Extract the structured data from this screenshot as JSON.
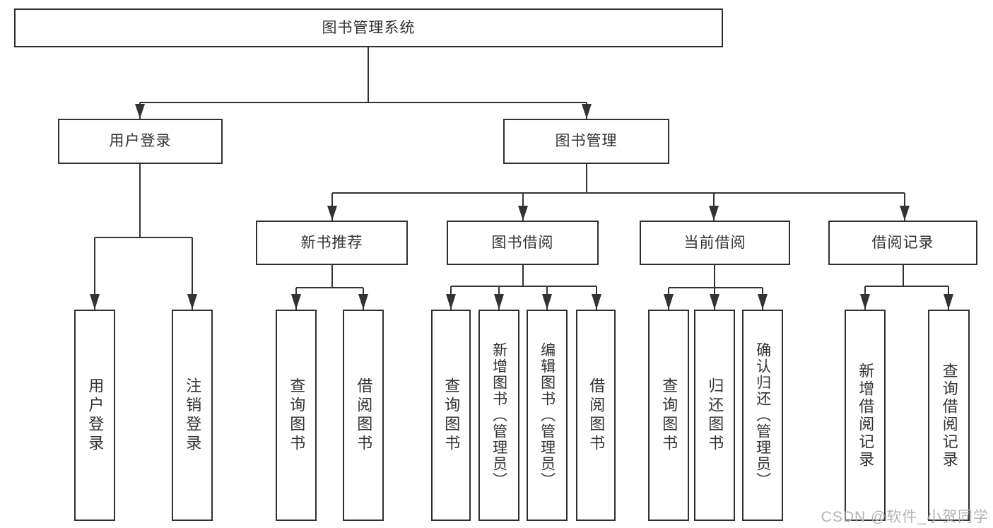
{
  "diagram_title": "图书管理系统",
  "tree": {
    "root": {
      "label": "图书管理系统"
    },
    "branches": [
      {
        "label": "用户登录",
        "children": [
          "用户登录",
          "注销登录"
        ]
      },
      {
        "label": "图书管理",
        "children": [
          {
            "label": "新书推荐",
            "children": [
              "查询图书",
              "借阅图书"
            ]
          },
          {
            "label": "图书借阅",
            "children": [
              "查询图书",
              "新增图书（管理员）",
              "编辑图书（管理员）",
              "借阅图书"
            ]
          },
          {
            "label": "当前借阅",
            "children": [
              "查询图书",
              "归还图书",
              "确认归还（管理员）"
            ]
          },
          {
            "label": "借阅记录",
            "children": [
              "新增借阅记录",
              "查询借阅记录"
            ]
          }
        ]
      }
    ]
  },
  "watermark": "CSDN @软件_小贺同学",
  "colors": {
    "line": "#333333",
    "box_border": "#303030",
    "text": "#333333",
    "background": "#ffffff",
    "watermark": "#b3b3b3"
  }
}
